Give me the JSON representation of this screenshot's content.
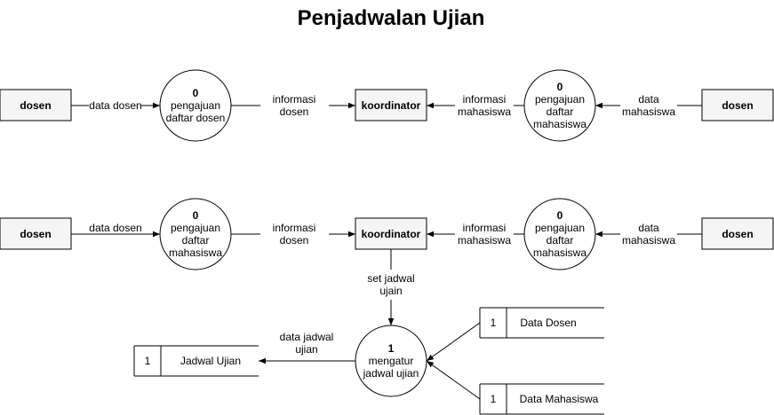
{
  "title": "Penjadwalan Ujian",
  "colors": {
    "entity_fill": "#f5f5f5",
    "line": "#000000",
    "background": "#ffffff"
  },
  "diagram1": {
    "left_entity": "dosen",
    "right_entity": "dosen",
    "center_entity": "koordinator",
    "left_process": {
      "number": "0",
      "line1": "pengajuan",
      "line2": "daftar dosen"
    },
    "right_process": {
      "number": "0",
      "line1": "pengajuan",
      "line2": "daftar",
      "line3": "mahasiswa"
    },
    "flow_in_left": "data dosen",
    "flow_out_left": {
      "line1": "informasi",
      "line2": "dosen"
    },
    "flow_out_right": {
      "line1": "informasi",
      "line2": "mahasiswa"
    },
    "flow_in_right": {
      "line1": "data",
      "line2": "mahasiswa"
    }
  },
  "diagram2": {
    "left_entity": "dosen",
    "right_entity": "dosen",
    "center_entity": "koordinator",
    "left_process": {
      "number": "0",
      "line1": "pengajuan",
      "line2": "daftar",
      "line3": "mahasiswa"
    },
    "right_process": {
      "number": "0",
      "line1": "pengajuan",
      "line2": "daftar",
      "line3": "mahasiswa"
    },
    "flow_in_left": "data dosen",
    "flow_out_left": {
      "line1": "informasi",
      "line2": "dosen"
    },
    "flow_out_right": {
      "line1": "informasi",
      "line2": "mahasiswa"
    },
    "flow_in_right": {
      "line1": "data",
      "line2": "mahasiswa"
    },
    "flow_down": {
      "line1": "set jadwal",
      "line2": "ujain"
    },
    "process_schedule": {
      "number": "1",
      "line1": "mengatur",
      "line2": "jadwal ujian"
    },
    "flow_to_store": {
      "line1": "data jadwal",
      "line2": "ujian"
    },
    "store_schedule": {
      "id": "1",
      "name": "Jadwal Ujian"
    },
    "store_dosen": {
      "id": "1",
      "name": "Data Dosen"
    },
    "store_mahasiswa": {
      "id": "1",
      "name": "Data Mahasiswa"
    }
  }
}
